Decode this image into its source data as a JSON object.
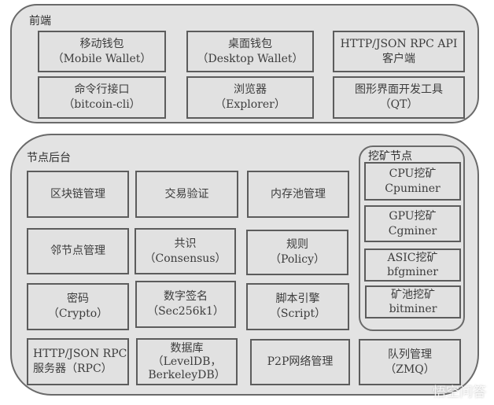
{
  "frontend": {
    "title": "前端",
    "boxes": [
      {
        "line1": "移动钱包",
        "line2": "（Mobile Wallet）"
      },
      {
        "line1": "桌面钱包",
        "line2": "（Desktop Wallet）"
      },
      {
        "line1": "HTTP/JSON RPC API",
        "line2": "客户端"
      },
      {
        "line1": "命令行接口",
        "line2": "（bitcoin-cli）"
      },
      {
        "line1": "浏览器",
        "line2": "（Explorer）"
      },
      {
        "line1": "图形界面开发工具",
        "line2": "（QT）"
      }
    ]
  },
  "node": {
    "title": "节点后台",
    "boxes": [
      {
        "line1": "区块链管理"
      },
      {
        "line1": "交易验证"
      },
      {
        "line1": "内存池管理"
      },
      {
        "line1": "邻节点管理"
      },
      {
        "line1": "共识",
        "line2": "（Consensus）"
      },
      {
        "line1": "规则",
        "line2": "（Policy）"
      },
      {
        "line1": "密码",
        "line2": "（Crypto）"
      },
      {
        "line1": "数字签名",
        "line2": "（Sec256k1）"
      },
      {
        "line1": "脚本引擎",
        "line2": "（Script）"
      },
      {
        "line1": "HTTP/JSON RPC",
        "line2": "服务器（RPC）"
      },
      {
        "line1": "数据库",
        "line2": "（LevelDB，",
        "line3": "BerkeleyDB）"
      },
      {
        "line1": "P2P网络管理"
      },
      {
        "line1": "队列管理",
        "line2": "（ZMQ）"
      }
    ],
    "mining": {
      "title": "挖矿节点",
      "boxes": [
        {
          "line1": "CPU挖矿",
          "line2": "Cpuminer"
        },
        {
          "line1": "GPU挖矿",
          "line2": "Cgminer"
        },
        {
          "line1": "ASIC挖矿",
          "line2": "bfgminer"
        },
        {
          "line1": "矿池挖矿",
          "line2": "bitminer"
        }
      ]
    }
  },
  "watermark": "悟空问答"
}
